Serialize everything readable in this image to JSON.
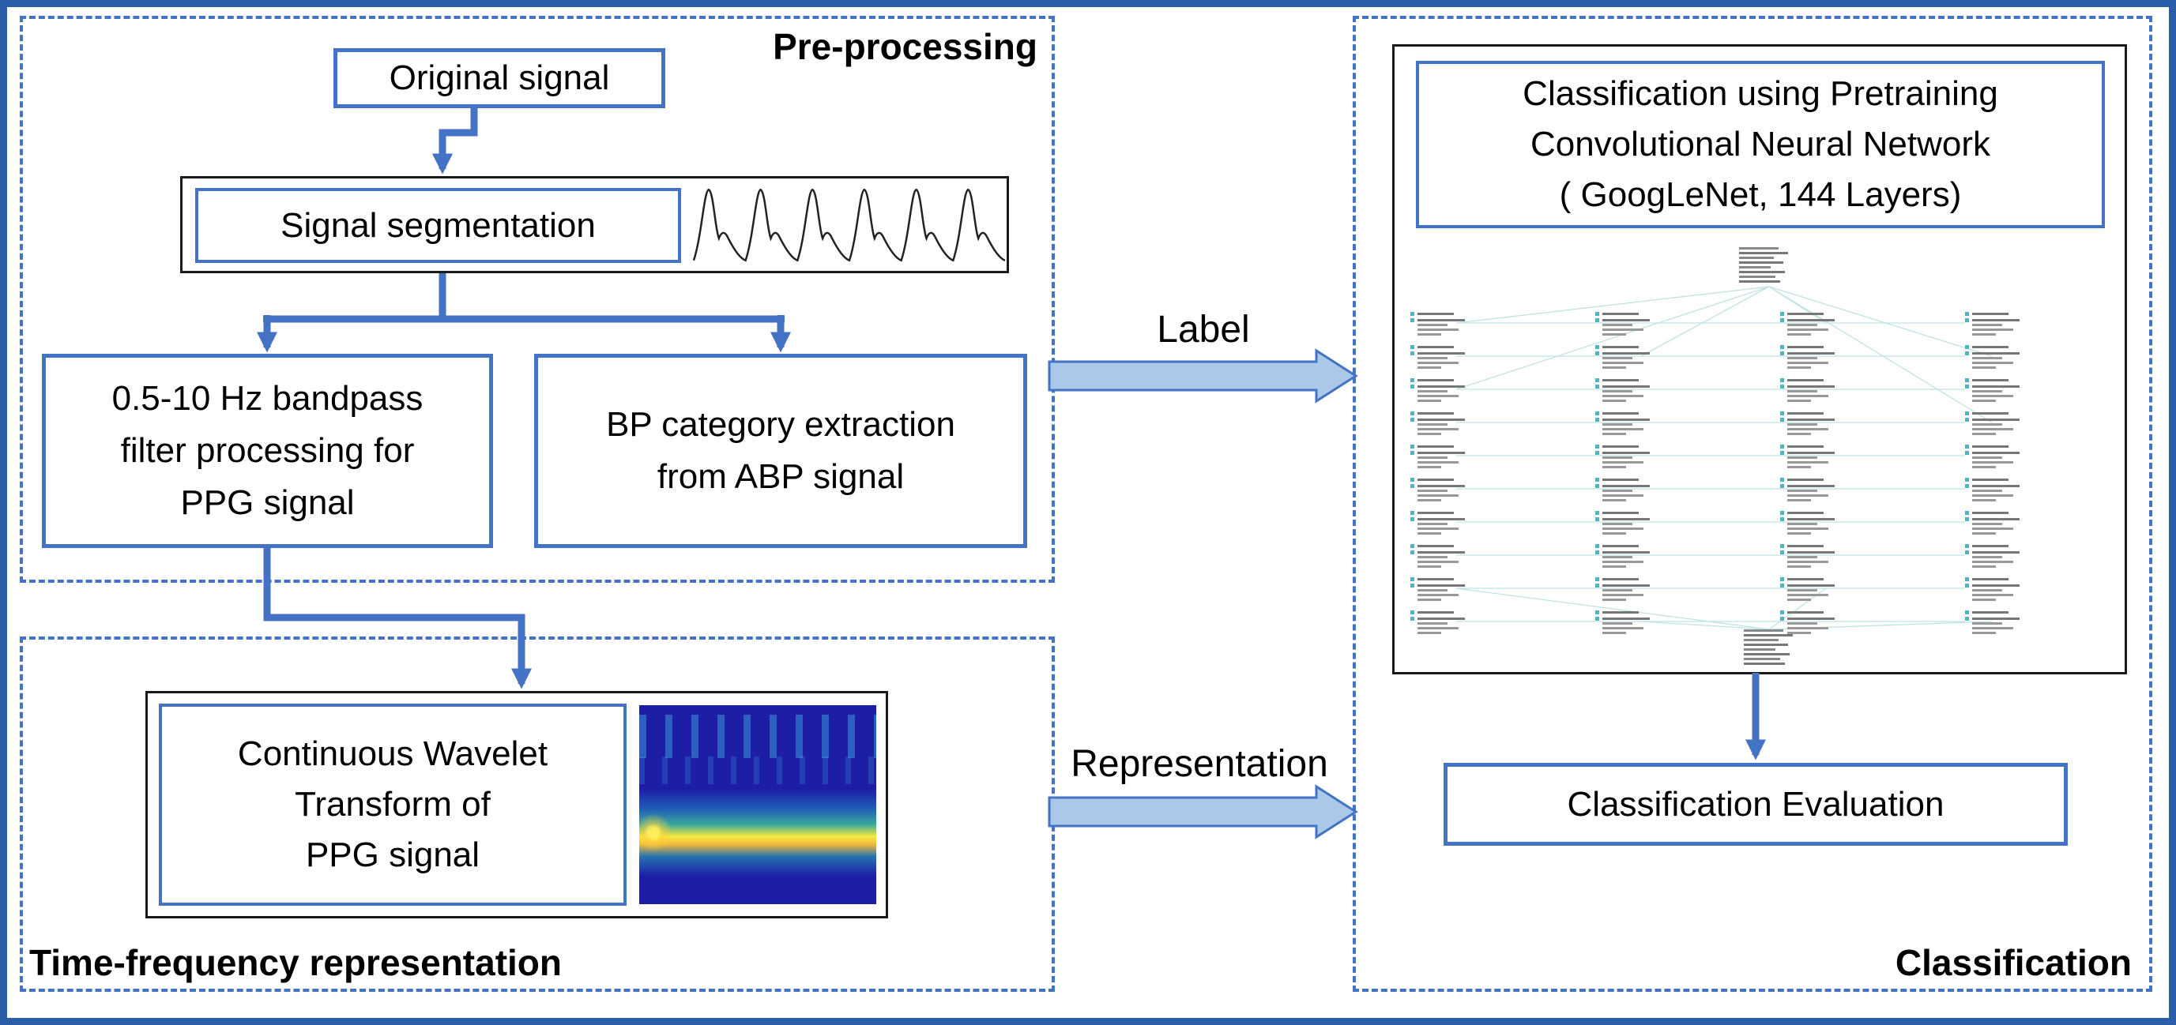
{
  "colors": {
    "accent_blue": "#4472C4",
    "outer_frame_blue": "#2B5DA9",
    "block_arrow_fill": "#ABC8E9",
    "text": "#000000"
  },
  "sections": {
    "preprocessing": {
      "label": "Pre-processing"
    },
    "time_frequency": {
      "label": "Time-frequency representation"
    },
    "classification": {
      "label": "Classification"
    }
  },
  "nodes": {
    "original_signal": {
      "label": "Original signal"
    },
    "signal_segmentation": {
      "label": "Signal segmentation"
    },
    "bandpass_filter": {
      "label": "0.5-10 Hz bandpass\nfilter processing for\nPPG signal"
    },
    "bp_category": {
      "label": "BP category extraction\nfrom ABP signal"
    },
    "cwt": {
      "label": "Continuous Wavelet\nTransform of\nPPG signal"
    },
    "cnn": {
      "label": "Classification using Pretraining\nConvolutional Neural Network\n( GoogLeNet, 144 Layers)"
    },
    "evaluation": {
      "label": "Classification Evaluation"
    }
  },
  "flows": {
    "label_arrow": {
      "label": "Label"
    },
    "representation_arrow": {
      "label": "Representation"
    }
  }
}
